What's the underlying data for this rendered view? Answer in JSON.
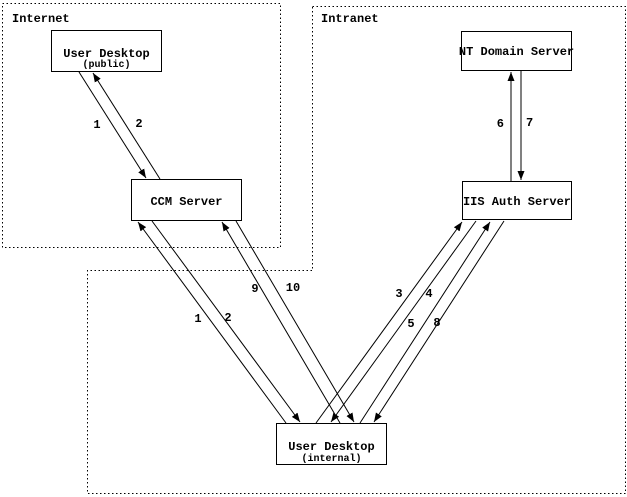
{
  "diagram": {
    "zones": {
      "internet": {
        "label": "Internet"
      },
      "intranet": {
        "label": "Intranet"
      }
    },
    "nodes": {
      "user_desktop_public": {
        "title": "User Desktop",
        "subtitle": "(public)"
      },
      "ccm_server": {
        "title": "CCM Server"
      },
      "nt_domain_server": {
        "title": "NT Domain Server"
      },
      "iis_auth_server": {
        "title": "IIS Auth Server"
      },
      "user_desktop_internal": {
        "title": "User Desktop",
        "subtitle": "(internal)"
      }
    },
    "edges": [
      {
        "label": "1",
        "from": "User Desktop (public)",
        "to": "CCM Server"
      },
      {
        "label": "2",
        "from": "CCM Server",
        "to": "User Desktop (public)"
      },
      {
        "label": "1",
        "from": "User Desktop (internal)",
        "to": "CCM Server"
      },
      {
        "label": "2",
        "from": "CCM Server",
        "to": "User Desktop (internal)"
      },
      {
        "label": "9",
        "from": "User Desktop (internal)",
        "to": "CCM Server"
      },
      {
        "label": "10",
        "from": "CCM Server",
        "to": "User Desktop (internal)"
      },
      {
        "label": "3",
        "from": "User Desktop (internal)",
        "to": "IIS Auth Server"
      },
      {
        "label": "4",
        "from": "IIS Auth Server",
        "to": "User Desktop (internal)"
      },
      {
        "label": "5",
        "from": "User Desktop (internal)",
        "to": "IIS Auth Server"
      },
      {
        "label": "8",
        "from": "IIS Auth Server",
        "to": "User Desktop (internal)"
      },
      {
        "label": "6",
        "from": "IIS Auth Server",
        "to": "NT Domain Server"
      },
      {
        "label": "7",
        "from": "NT Domain Server",
        "to": "IIS Auth Server"
      }
    ],
    "colors": {
      "line": "#000000",
      "background": "#ffffff"
    }
  }
}
